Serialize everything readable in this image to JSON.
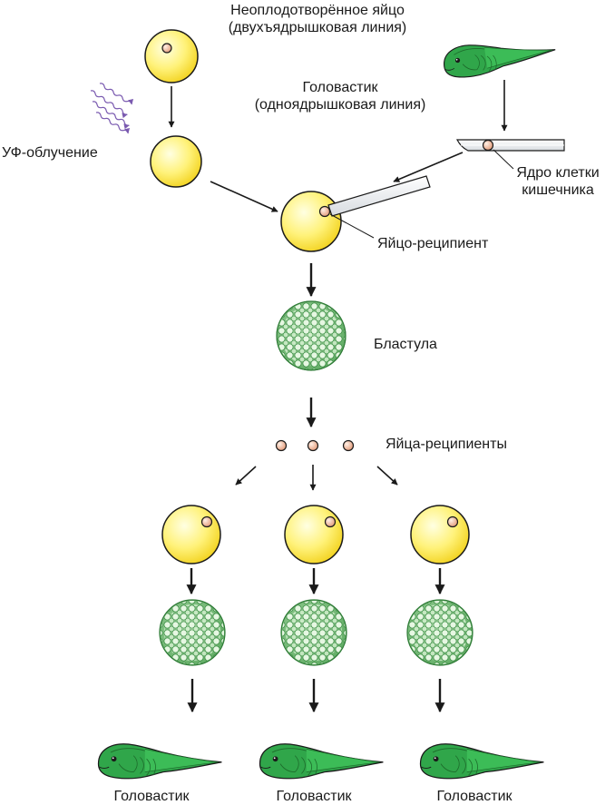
{
  "labels": {
    "unfertilized_egg_line1": "Неоплодотворённое яйцо",
    "unfertilized_egg_line2": "(двухъядрышковая линия)",
    "tadpole_source_line1": "Головастик",
    "tadpole_source_line2": "(одноядрышковая линия)",
    "uv_irradiation": "УФ-облучение",
    "intestinal_nucleus_line1": "Ядро клетки",
    "intestinal_nucleus_line2": "кишечника",
    "recipient_egg": "Яйцо-реципиент",
    "blastula": "Бластула",
    "recipient_eggs": "Яйца-реципиенты",
    "result_tadpoles": [
      "Головастик",
      "Головастик",
      "Головастик"
    ]
  },
  "colors": {
    "egg_fill": "#ffee70",
    "egg_stroke": "#1a1a1a",
    "nucleus": "#f4b89a",
    "blastula": "#8ccf8c",
    "tadpole": "#2fa84a",
    "uv_waves": "#7a5ab0",
    "arrow": "#1a1a1a"
  }
}
